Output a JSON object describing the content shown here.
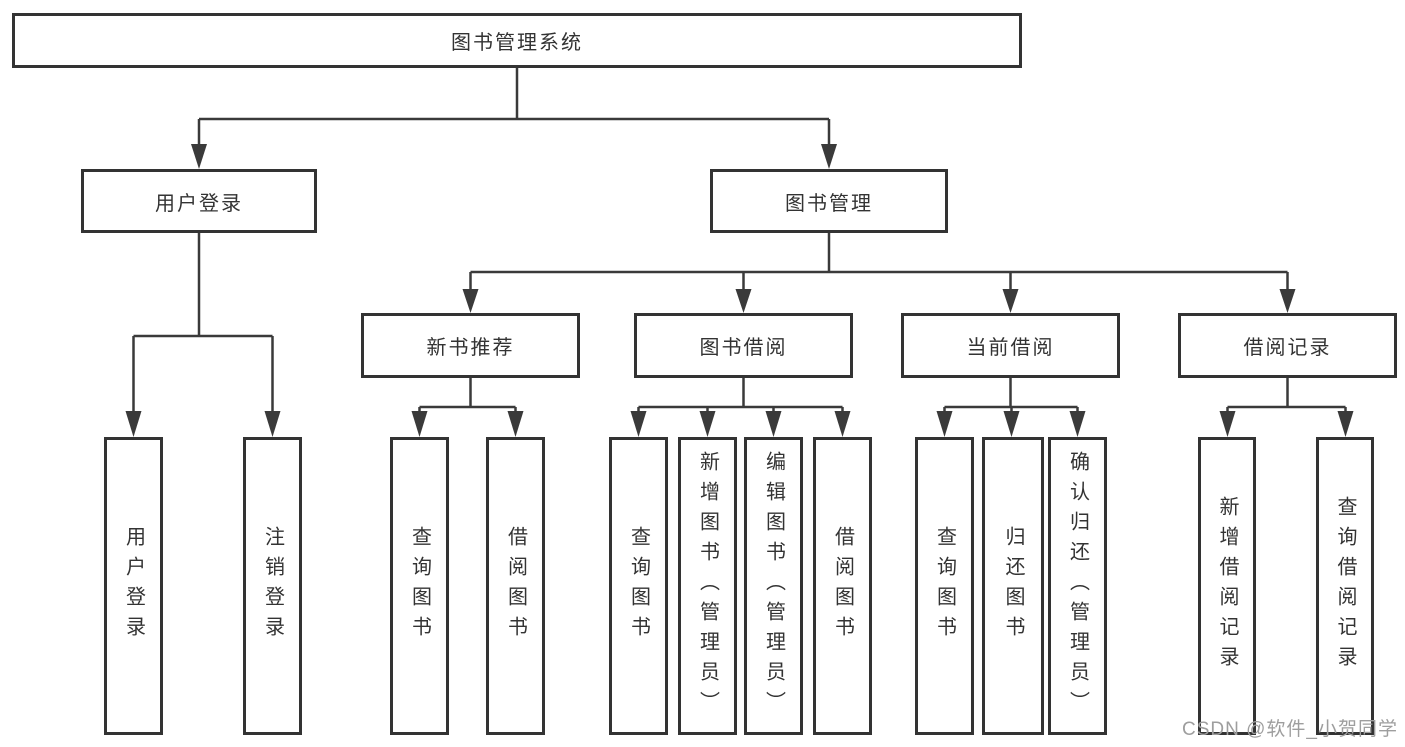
{
  "diagram": {
    "type": "hierarchy",
    "tree": {
      "label": "图书管理系统",
      "children": [
        {
          "label": "用户登录",
          "children": [
            {
              "label": "用户登录"
            },
            {
              "label": "注销登录"
            }
          ]
        },
        {
          "label": "图书管理",
          "children": [
            {
              "label": "新书推荐",
              "children": [
                {
                  "label": "查询图书"
                },
                {
                  "label": "借阅图书"
                }
              ]
            },
            {
              "label": "图书借阅",
              "children": [
                {
                  "label": "查询图书"
                },
                {
                  "label": "新增图书（管理员）"
                },
                {
                  "label": "编辑图书（管理员）"
                },
                {
                  "label": "借阅图书"
                }
              ]
            },
            {
              "label": "当前借阅",
              "children": [
                {
                  "label": "查询图书"
                },
                {
                  "label": "归还图书"
                },
                {
                  "label": "确认归还（管理员）"
                }
              ]
            },
            {
              "label": "借阅记录",
              "children": [
                {
                  "label": "新增借阅记录"
                },
                {
                  "label": "查询借阅记录"
                }
              ]
            }
          ]
        }
      ]
    },
    "colors": {
      "line": "#3a3a3a",
      "box_border": "#333333",
      "box_fill": "#ffffff",
      "text": "#333333",
      "watermark": "#9e9e9e",
      "background": "#ffffff"
    }
  },
  "watermark": {
    "text": "CSDN @软件_小贺同学"
  }
}
